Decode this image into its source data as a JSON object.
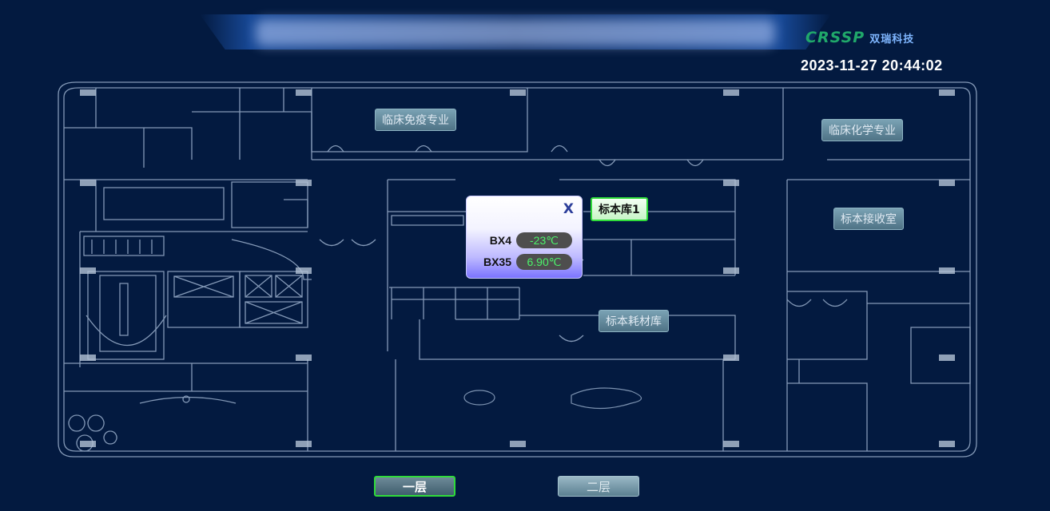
{
  "header": {
    "datetime": "2023-11-27 20:44:02",
    "logo_mark": "CRSSP",
    "logo_text": "双瑞科技"
  },
  "rooms": {
    "immuno": "临床免疫专业",
    "chem": "临床化学专业",
    "storage1": "标本库1",
    "reception": "标本接收室",
    "consumables": "标本耗材库"
  },
  "popup": {
    "close_label": "X",
    "sensors": [
      {
        "name": "BX4",
        "value": "-23℃"
      },
      {
        "name": "BX35",
        "value": "6.90℃"
      }
    ]
  },
  "floors": {
    "floor1": "一层",
    "floor2": "二层"
  },
  "colors": {
    "background": "#031a40",
    "wall": "#9bb0cc",
    "active_border": "#2fdc3a",
    "value_text": "#4cf26b"
  }
}
